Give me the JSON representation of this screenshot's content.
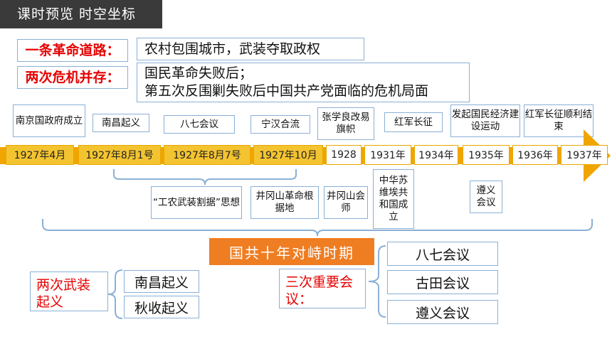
{
  "header": {
    "title": "课时预览  时空坐标"
  },
  "road": {
    "label": "一条革命道路：",
    "text": "农村包围城市，武装夺取政权"
  },
  "crisis": {
    "label": "两次危机并存：",
    "line1": "国民革命失败后；",
    "line2": "第五次反围剿失败后中国共产党面临的危机局面"
  },
  "timeline": {
    "years": [
      "1927年4月",
      "1927年8月1号",
      "1927年8月7号",
      "1927年10月",
      "1928",
      "1931年",
      "1934年",
      "1935年",
      "1936年",
      "1937年"
    ],
    "events_top": [
      "南京国政府成立",
      "南昌起义",
      "八七会议",
      "宁汉合流",
      "张学良改易旗帜",
      "红军长征",
      "发起国民经济建设运动",
      "红军长征顺利结束"
    ],
    "events_bottom": [
      "“工农武装割据”思想",
      "井冈山革命根据地",
      "井冈山会师",
      "中华苏维埃共和国成立",
      "遵义会议"
    ]
  },
  "period": {
    "title": "国共十年对峙时期"
  },
  "uprisings": {
    "label": "两次武装起义",
    "items": [
      "南昌起义",
      "秋收起义"
    ]
  },
  "meetings": {
    "label": "三次重要会议：",
    "items": [
      "八七会议",
      "古田会议",
      "遵义会议"
    ]
  },
  "colors": {
    "accent": "#f0a500",
    "red": "#e60000",
    "header_bg": "#3a3a3a",
    "period_bg": "#ef7d22",
    "border": "#8ab0d6"
  }
}
